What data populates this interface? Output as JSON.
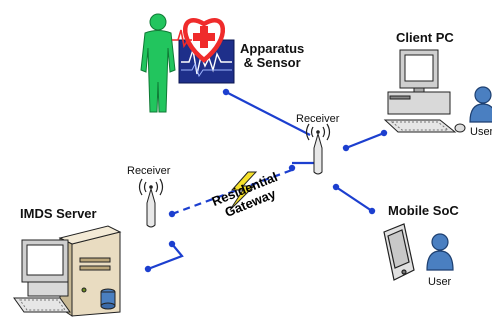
{
  "labels": {
    "apparatus_sensor": [
      "Apparatus",
      "& Sensor"
    ],
    "client_pc": "Client PC",
    "receiver_right": "Receiver",
    "receiver_left": "Receiver",
    "user_right": "User",
    "user_bottom": "User",
    "imds_server": "IMDS Server",
    "mobile_soc": "Mobile SoC",
    "residential_gateway": [
      "Residential",
      "Gateway"
    ]
  },
  "colors": {
    "link": "#1c3fcf",
    "person": "#22c55e",
    "heart": "#ef2b2b",
    "monitor_panel": "#1e2f8a",
    "user_icon": "#4a7fc1",
    "lightning": "#f6e12a"
  },
  "icons": [
    "person-icon",
    "heart-monitor-icon",
    "desktop-pc-icon",
    "user-icon",
    "receiver-antenna-icon",
    "server-icon",
    "mobile-device-icon",
    "lightning-icon"
  ]
}
